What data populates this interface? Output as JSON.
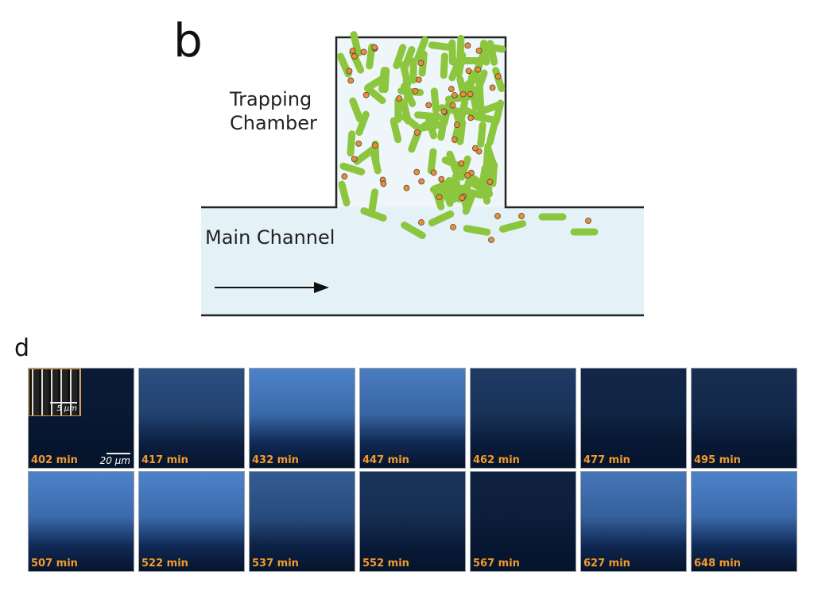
{
  "panel_b": {
    "label": "b",
    "trapping_chamber": [
      "Trapping",
      "Chamber"
    ],
    "main_channel": "Main Channel",
    "colors": {
      "channel_fill": "#e4f1f7",
      "bacteria": "#8cc63f",
      "particle": "#f08c2e",
      "wall": "#222222"
    }
  },
  "panel_d": {
    "label": "d",
    "scale_bar": "20 µm",
    "inset_scale_bar": "5 µm",
    "frames": [
      {
        "time": "402 min",
        "intensity": 0.05
      },
      {
        "time": "417 min",
        "intensity": 0.45
      },
      {
        "time": "432 min",
        "intensity": 0.85
      },
      {
        "time": "447 min",
        "intensity": 0.8
      },
      {
        "time": "462 min",
        "intensity": 0.3
      },
      {
        "time": "477 min",
        "intensity": 0.15
      },
      {
        "time": "495 min",
        "intensity": 0.2
      },
      {
        "time": "507 min",
        "intensity": 0.85
      },
      {
        "time": "522 min",
        "intensity": 0.85
      },
      {
        "time": "537 min",
        "intensity": 0.55
      },
      {
        "time": "552 min",
        "intensity": 0.25
      },
      {
        "time": "567 min",
        "intensity": 0.1
      },
      {
        "time": "627 min",
        "intensity": 0.75
      },
      {
        "time": "648 min",
        "intensity": 0.85
      }
    ]
  }
}
